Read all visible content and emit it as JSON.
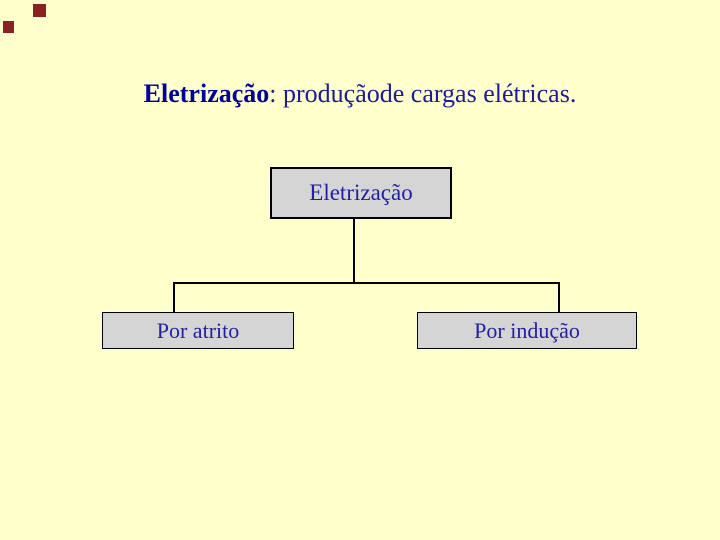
{
  "slide": {
    "background_color": "#FFFFCC",
    "decor": {
      "squares_color": "#8B2222",
      "squares": [
        {
          "name": "top-square"
        },
        {
          "name": "left-edge-square"
        }
      ]
    },
    "title": {
      "bold": "Eletrização",
      "rest": ": produçãode cargas elétricas.",
      "color": "#1B1B9E",
      "bold_color": "#00009C"
    },
    "diagram": {
      "type": "tree",
      "box_fill": "#D5D5D5",
      "box_border": "#000000",
      "label_color": "#2020A5",
      "line_color": "#000000",
      "root": {
        "label": "Eletrização"
      },
      "children": [
        {
          "label": "Por atrito"
        },
        {
          "label": "Por indução"
        }
      ]
    }
  }
}
